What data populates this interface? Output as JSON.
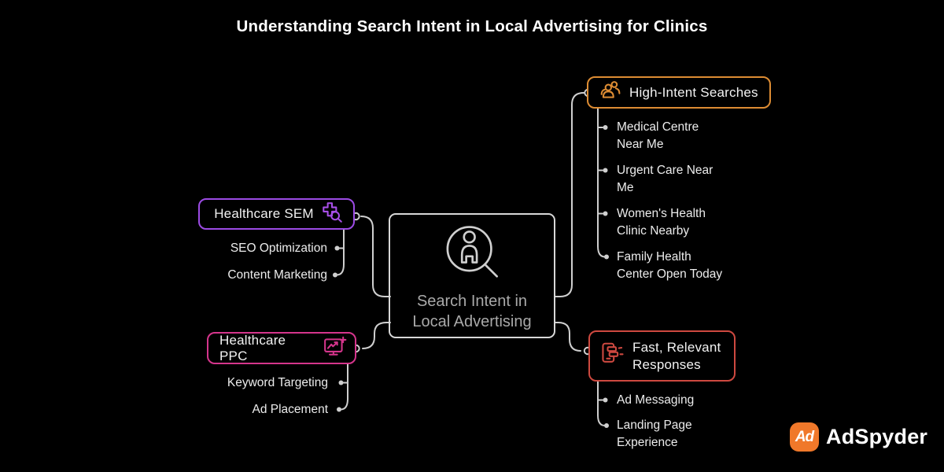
{
  "title": "Understanding Search Intent in Local Advertising for Clinics",
  "central_node": {
    "label": "Search Intent in\nLocal Advertising",
    "icon": "person-search-icon",
    "border_color": "#D8D8D8"
  },
  "branches": {
    "high_intent": {
      "label": "High-Intent Searches",
      "color": "#DD8C33",
      "icon": "group-people-icon",
      "children": [
        "Medical Centre\nNear Me",
        "Urgent Care Near\nMe",
        "Women's Health\nClinic Nearby",
        "Family Health\nCenter Open Today"
      ]
    },
    "sem": {
      "label": "Healthcare SEM",
      "color": "#9C4BE4",
      "icon": "medical-cross-search-icon",
      "children": [
        "SEO Optimization",
        "Content Marketing"
      ]
    },
    "ppc": {
      "label": "Healthcare PPC",
      "color": "#D5358C",
      "icon": "monitor-chart-icon",
      "children": [
        "Keyword Targeting",
        "Ad Placement"
      ]
    },
    "fast": {
      "label": "Fast, Relevant\nResponses",
      "color": "#CE4940",
      "icon": "phone-messages-icon",
      "children": [
        "Ad Messaging",
        "Landing Page\nExperience"
      ]
    }
  },
  "connector_color": "#CFCFCF",
  "logo": {
    "badge_text": "Ad",
    "brand": "AdSpyder",
    "badge_color": "#F0782A"
  }
}
